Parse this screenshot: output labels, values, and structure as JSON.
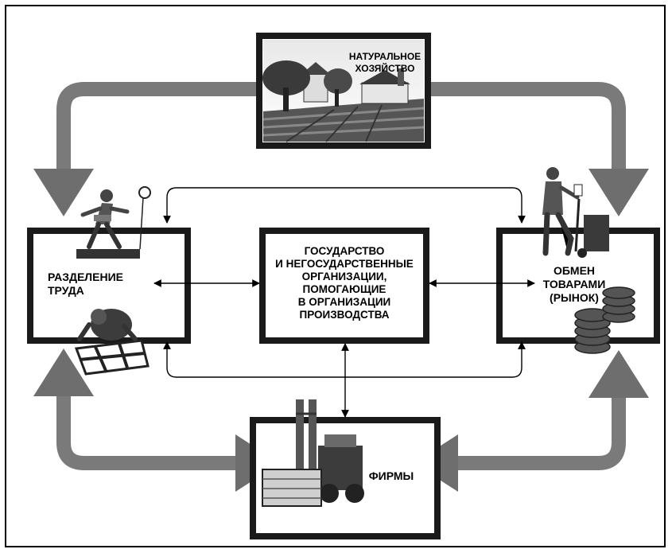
{
  "diagram": {
    "natural_economy": {
      "line1": "НАТУРАЛЬНОЕ",
      "line2": "ХОЗЯЙСТВО"
    },
    "division_of_labor": {
      "line1": "РАЗДЕЛЕНИЕ",
      "line2": "ТРУДА"
    },
    "government": {
      "line1": "ГОСУДАРСТВО",
      "line2": "И НЕГОСУДАРСТВЕННЫЕ",
      "line3": "ОРГАНИЗАЦИИ,",
      "line4": "ПОМОГАЮЩИЕ",
      "line5": "В ОРГАНИЗАЦИИ",
      "line6": "ПРОИЗВОДСТВА"
    },
    "market": {
      "line1": "ОБМЕН",
      "line2": "ТОВАРАМИ",
      "line3": "(РЫНОК)"
    },
    "firms": {
      "line1": "ФИРМЫ"
    }
  },
  "colors": {
    "big_arrow": "#7a7a7a",
    "box_border": "#1a1a1a",
    "thin_line": "#000000"
  }
}
